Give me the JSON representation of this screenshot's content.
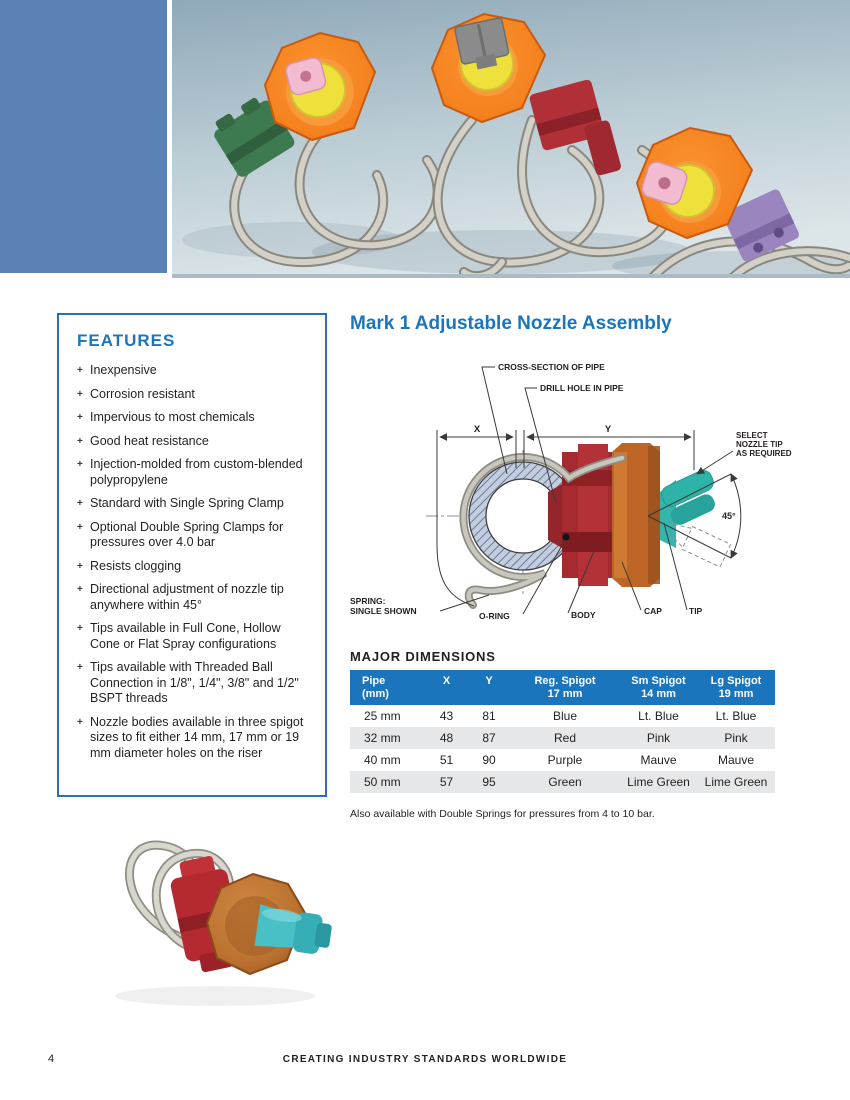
{
  "page": {
    "number": "4",
    "footer_tagline": "CREATING INDUSTRY STANDARDS WORLDWIDE"
  },
  "features": {
    "heading": "FEATURES",
    "bullet_glyph": "+",
    "items": [
      "Inexpensive",
      "Corrosion resistant",
      "Impervious to most chemicals",
      "Good heat resistance",
      "Injection-molded from custom-blended polypropylene",
      "Standard with Single Spring Clamp",
      "Optional Double Spring Clamps for pressures over 4.0 bar",
      "Resists clogging",
      "Directional adjustment of nozzle tip anywhere within 45°",
      "Tips available in Full Cone, Hollow Cone or Flat Spray configurations",
      "Tips available with Threaded Ball Connection in 1/8\", 1/4\", 3/8\" and 1/2\" BSPT threads",
      "Nozzle bodies available in three spigot sizes to fit either 14 mm, 17 mm or 19 mm diameter holes on the riser"
    ]
  },
  "assembly": {
    "title": "Mark 1 Adjustable Nozzle Assembly",
    "diagram": {
      "cross_section": "CROSS-SECTION OF PIPE",
      "drill_hole": "DRILL HOLE IN PIPE",
      "select_tip_line1": "SELECT",
      "select_tip_line2": "NOZZLE TIP",
      "select_tip_line3": "AS REQUIRED",
      "dim_x": "X",
      "dim_y": "Y",
      "angle": "45°",
      "spring_line1": "SPRING:",
      "spring_line2": "SINGLE SHOWN",
      "o_ring": "O-RING",
      "body": "BODY",
      "cap": "CAP",
      "tip": "TIP"
    }
  },
  "dimensions_table": {
    "heading": "MAJOR DIMENSIONS",
    "headers": [
      {
        "line1": "Pipe",
        "line2": "(mm)"
      },
      {
        "line1": "X",
        "line2": ""
      },
      {
        "line1": "Y",
        "line2": ""
      },
      {
        "line1": "Reg. Spigot",
        "line2": "17 mm"
      },
      {
        "line1": "Sm Spigot",
        "line2": "14 mm"
      },
      {
        "line1": "Lg Spigot",
        "line2": "19 mm"
      }
    ],
    "rows": [
      [
        "25 mm",
        "43",
        "81",
        "Blue",
        "Lt. Blue",
        "Lt. Blue"
      ],
      [
        "32 mm",
        "48",
        "87",
        "Red",
        "Pink",
        "Pink"
      ],
      [
        "40 mm",
        "51",
        "90",
        "Purple",
        "Mauve",
        "Mauve"
      ],
      [
        "50 mm",
        "57",
        "95",
        "Green",
        "Lime Green",
        "Lime Green"
      ]
    ],
    "note": "Also available with Double Springs for pressures from 4 to 10 bar."
  },
  "colors": {
    "accent_blue": "#1b75bc",
    "sidebar_blue": "#5a82b4",
    "table_header_bg": "#1b75bc",
    "table_stripe": "#e6e7e8",
    "text": "#231f20",
    "diagram_body_red": "#a62b30",
    "diagram_cap_orange": "#bc6526",
    "diagram_tip_teal": "#2fb3a9",
    "photo_knob_orange": "#f5821f",
    "photo_ring_yellow": "#efe13c",
    "photo_clamp_green": "#3e7a50",
    "photo_clamp_red": "#b13038",
    "photo_clamp_purple": "#9b85be",
    "photo_tip_pink": "#f3bbd0",
    "spring_gray": "#c9c6be"
  }
}
